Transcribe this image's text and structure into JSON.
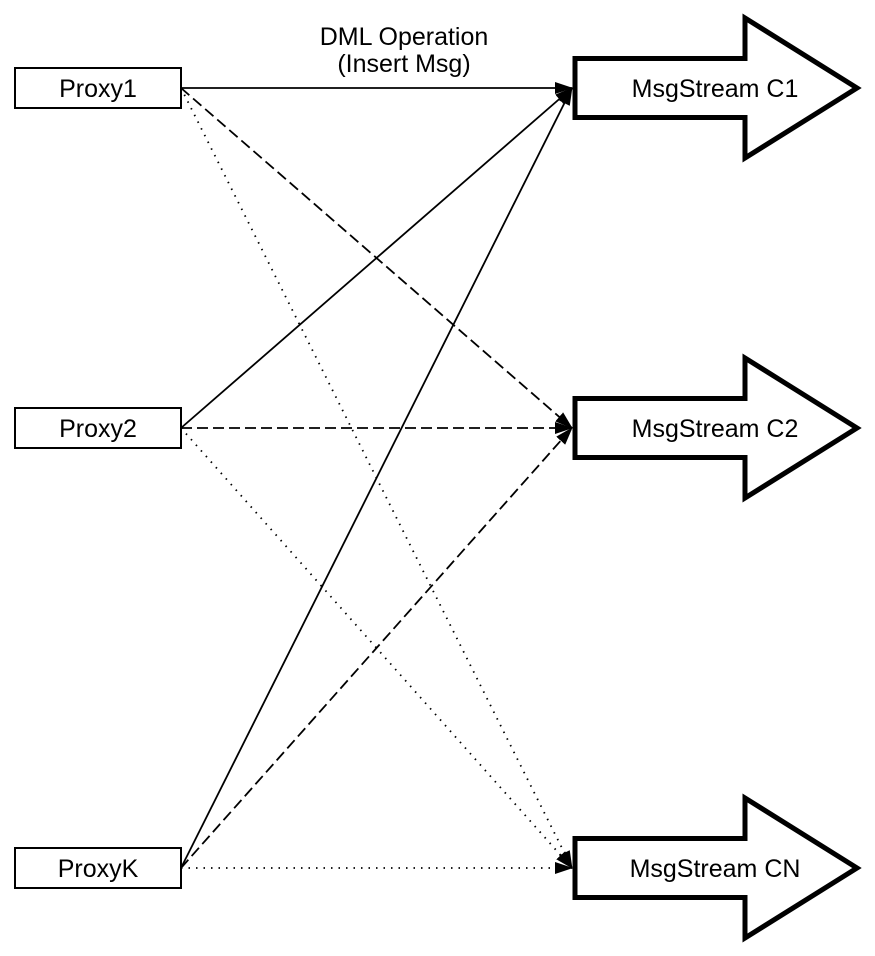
{
  "diagram": {
    "annotation": {
      "line1": "DML Operation",
      "line2": "(Insert Msg)"
    },
    "proxies": [
      {
        "id": "proxy1",
        "label": "Proxy1"
      },
      {
        "id": "proxy2",
        "label": "Proxy2"
      },
      {
        "id": "proxyK",
        "label": "ProxyK"
      }
    ],
    "streams": [
      {
        "id": "c1",
        "label": "MsgStream C1"
      },
      {
        "id": "c2",
        "label": "MsgStream C2"
      },
      {
        "id": "cn",
        "label": "MsgStream CN"
      }
    ],
    "edges": [
      {
        "from": "proxy1",
        "to": "c1",
        "style": "solid"
      },
      {
        "from": "proxy2",
        "to": "c1",
        "style": "solid"
      },
      {
        "from": "proxyK",
        "to": "c1",
        "style": "solid"
      },
      {
        "from": "proxy1",
        "to": "c2",
        "style": "dashed"
      },
      {
        "from": "proxy2",
        "to": "c2",
        "style": "dashed"
      },
      {
        "from": "proxyK",
        "to": "c2",
        "style": "dashed"
      },
      {
        "from": "proxy1",
        "to": "cn",
        "style": "dotted"
      },
      {
        "from": "proxy2",
        "to": "cn",
        "style": "dotted"
      },
      {
        "from": "proxyK",
        "to": "cn",
        "style": "dotted"
      }
    ],
    "colors": {
      "ink": "#000000",
      "background": "#ffffff"
    }
  }
}
